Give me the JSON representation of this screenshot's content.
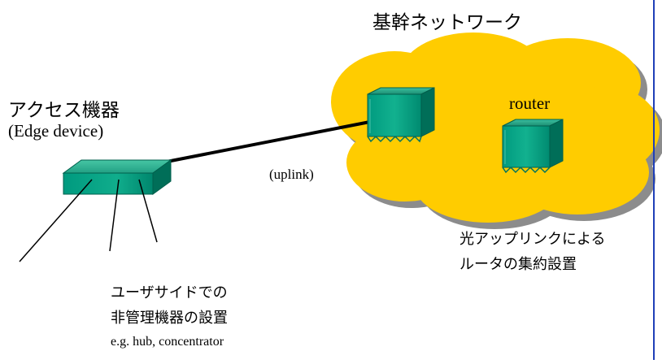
{
  "backbone_title": "基幹ネットワーク",
  "access_title": "アクセス機器",
  "edge_device_label": "(Edge device)",
  "router_label": "router",
  "uplink_label": "(uplink)",
  "aggregation_note": [
    "光アップリンクによる",
    "ルータの集約設置"
  ],
  "user_side_note": [
    "ユーザサイドでの",
    "非管理機器の設置"
  ],
  "example_note": "e.g. hub, concentrator",
  "colors": {
    "cloud_fill": "#ffcc00",
    "cloud_shadow": "#8c8c8c",
    "device_top": "#2aa88a",
    "device_front": "#008f78",
    "device_dark": "#006e58",
    "right_border": "#1f3fb8"
  }
}
